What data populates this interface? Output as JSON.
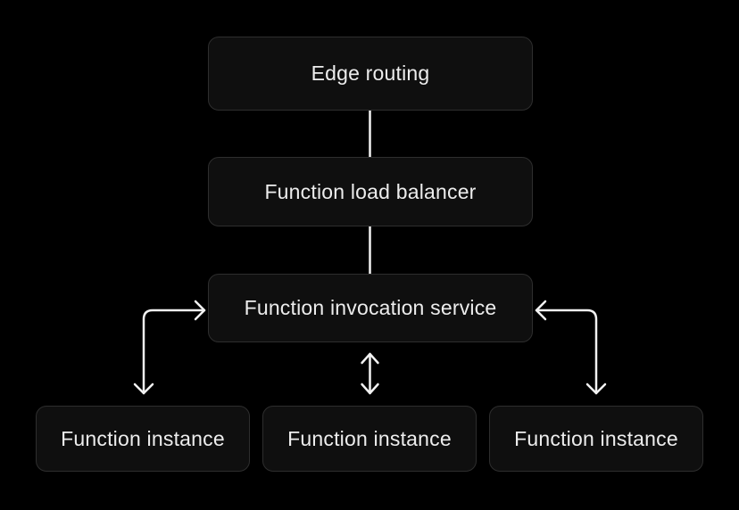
{
  "diagram": {
    "colors": {
      "background": "#000000",
      "node_fill": "#0f0f0f",
      "node_border": "#2e2e2e",
      "node_text": "#ededed",
      "connector": "#f2f2f2"
    },
    "nodes": [
      {
        "id": "edge-routing",
        "label": "Edge routing"
      },
      {
        "id": "function-load-balancer",
        "label": "Function load balancer"
      },
      {
        "id": "function-invocation-service",
        "label": "Function invocation service"
      },
      {
        "id": "function-instance-1",
        "label": "Function instance"
      },
      {
        "id": "function-instance-2",
        "label": "Function instance"
      },
      {
        "id": "function-instance-3",
        "label": "Function instance"
      }
    ],
    "edges": [
      {
        "from": "edge-routing",
        "to": "function-load-balancer",
        "shape": "straight",
        "arrows": "none"
      },
      {
        "from": "function-load-balancer",
        "to": "function-invocation-service",
        "shape": "straight",
        "arrows": "none"
      },
      {
        "from": "function-invocation-service",
        "to": "function-instance-1",
        "shape": "elbow",
        "arrows": "both"
      },
      {
        "from": "function-invocation-service",
        "to": "function-instance-2",
        "shape": "straight",
        "arrows": "both"
      },
      {
        "from": "function-invocation-service",
        "to": "function-instance-3",
        "shape": "elbow",
        "arrows": "both"
      }
    ]
  }
}
